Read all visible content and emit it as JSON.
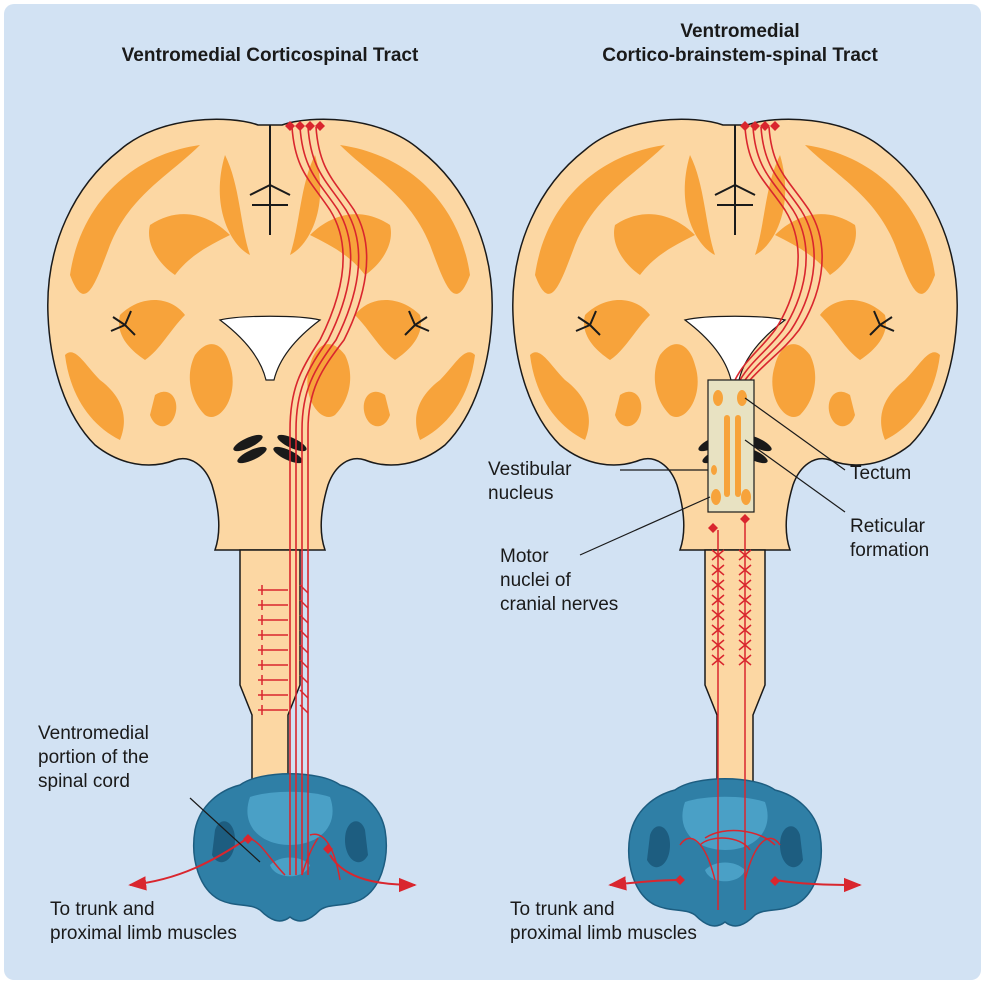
{
  "colors": {
    "panel": "#d2e2f3",
    "brain_orange": "#f7a33b",
    "brain_light": "#fcd7a3",
    "tract_red": "#d9262e",
    "cord_blue": "#2f7fa6",
    "cord_dark": "#1d5d80"
  },
  "left": {
    "title": "Ventromedial Corticospinal Tract",
    "cord_label": [
      "Ventromedial",
      "portion of the",
      "spinal cord"
    ],
    "muscle_label": [
      "To trunk and",
      "proximal limb muscles"
    ]
  },
  "right": {
    "title": [
      "Ventromedial",
      "Cortico-brainstem-spinal Tract"
    ],
    "vestibular_label": [
      "Vestibular",
      "nucleus"
    ],
    "motor_label": [
      "Motor",
      "nuclei of",
      "cranial nerves"
    ],
    "tectum_label": "Tectum",
    "reticular_label": [
      "Reticular",
      "formation"
    ],
    "muscle_label": [
      "To trunk and",
      "proximal limb muscles"
    ]
  }
}
